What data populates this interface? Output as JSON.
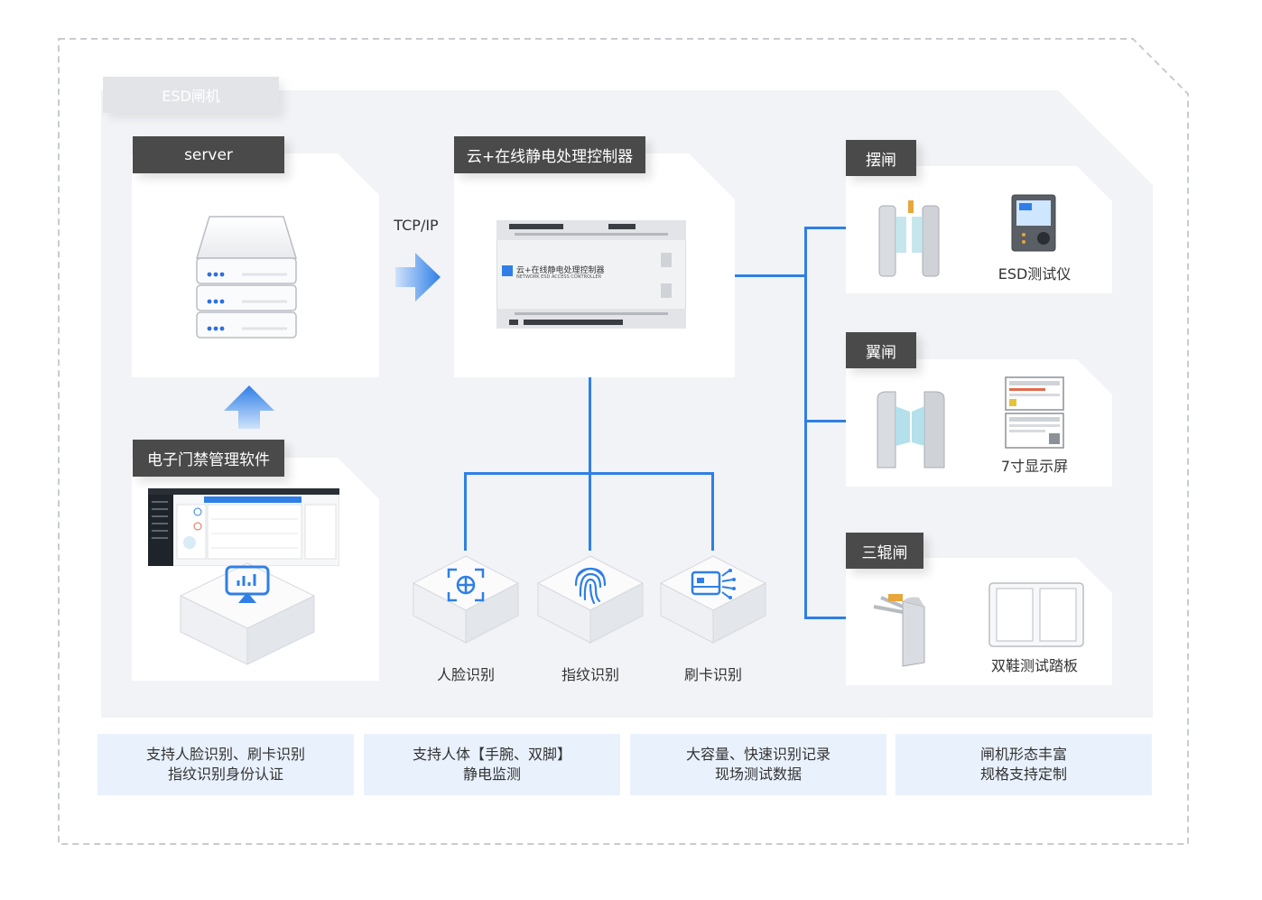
{
  "diagram": {
    "group_title": "ESD闸机",
    "server": {
      "title": "server"
    },
    "protocol_label": "TCP/IP",
    "controller": {
      "title": "云+在线静电处理控制器",
      "device_text_cn": "云+在线静电处理控制器",
      "device_text_en": "NETWORK ESD ACCESS CONTROLLER"
    },
    "software": {
      "title": "电子门禁管理软件"
    },
    "identification": [
      {
        "label": "人脸识别",
        "icon": "face-scan-icon"
      },
      {
        "label": "指纹识别",
        "icon": "fingerprint-icon"
      },
      {
        "label": "刷卡识别",
        "icon": "card-scan-icon"
      }
    ],
    "gates": [
      {
        "title": "摆闸",
        "device_label": "ESD测试仪"
      },
      {
        "title": "翼闸",
        "device_label": "7寸显示屏"
      },
      {
        "title": "三辊闸",
        "device_label": "双鞋测试踏板"
      }
    ]
  },
  "features": [
    {
      "line1": "支持人脸识别、刷卡识别",
      "line2": "指纹识别身份认证"
    },
    {
      "line1": "支持人体【手腕、双脚】",
      "line2": "静电监测"
    },
    {
      "line1": "大容量、快速识别记录",
      "line2": "现场测试数据"
    },
    {
      "line1": "闸机形态丰富",
      "line2": "规格支持定制"
    }
  ],
  "colors": {
    "accent_blue": "#2f7fe6",
    "panel_bg": "#f1f3f6",
    "feature_bg": "#e9f1fc",
    "tag_dark": "#4a4a4a"
  }
}
